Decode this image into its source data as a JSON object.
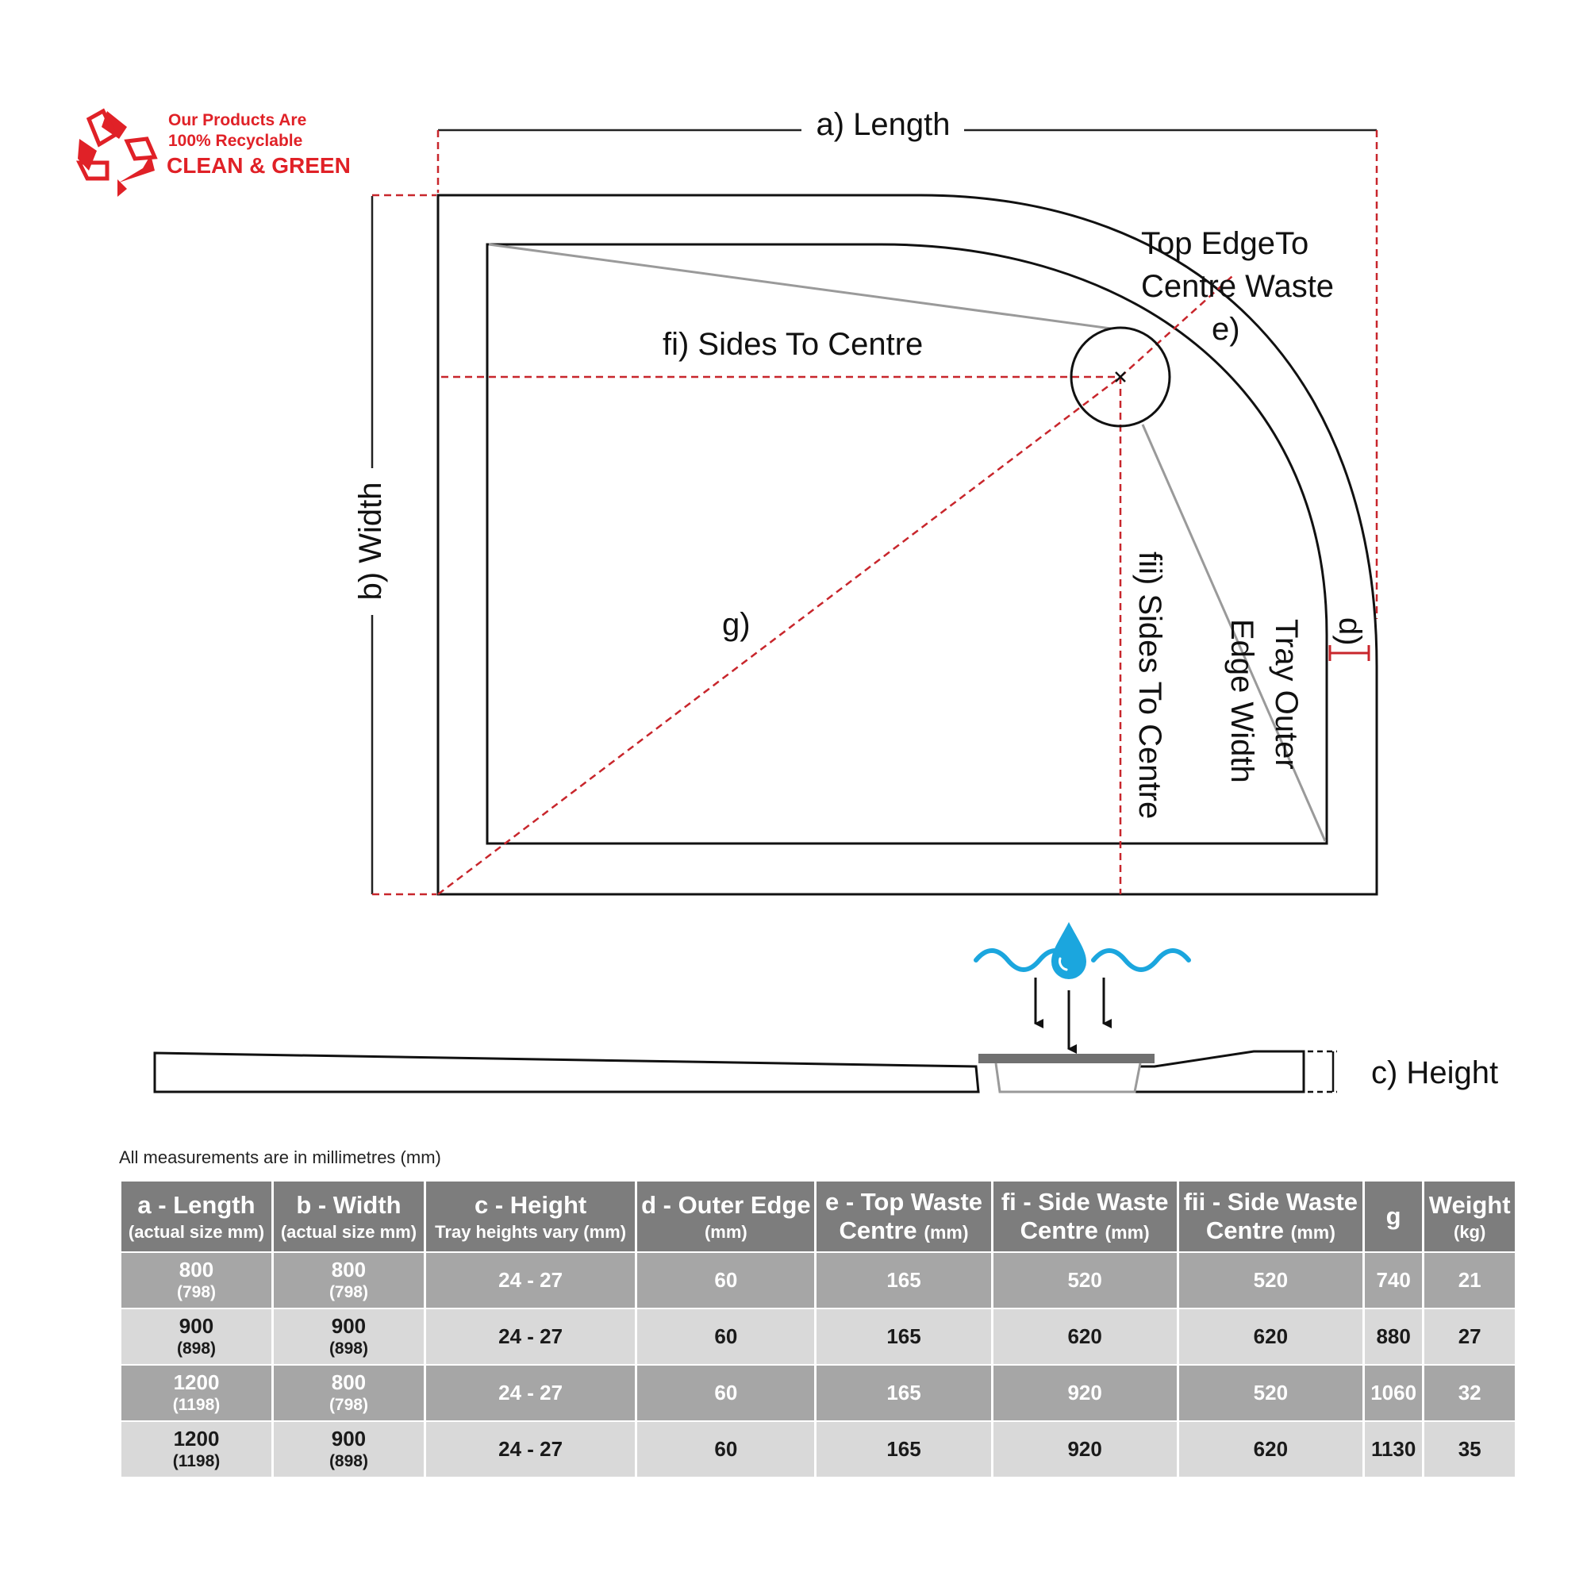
{
  "logo": {
    "line1": "Our Products Are",
    "line2": "100% Recyclable",
    "line3": "CLEAN & GREEN",
    "icon": "recycle-icon",
    "color": "#e02127"
  },
  "labels": {
    "length": "a) Length",
    "width": "b) Width",
    "height": "c) Height",
    "d": "d)",
    "tray_outer_1": "Tray Outer",
    "tray_outer_2": "Edge Width",
    "e_line1": "Top EdgeTo",
    "e_line2": "Centre Waste",
    "e": "e)",
    "fi": "fi) Sides To Centre",
    "fii": "fii) Sides To Centre",
    "g": "g)"
  },
  "colors": {
    "dimension_red": "#c8262c",
    "water_blue": "#1ba6de",
    "header_gray": "#7d7d7d",
    "row_dark": "#a6a6a6",
    "row_light": "#d9d9d9"
  },
  "table": {
    "note": "All measurements are in millimetres (mm)",
    "headers": [
      {
        "main": "a - Length",
        "sub": "(actual size mm)"
      },
      {
        "main": "b - Width",
        "sub": "(actual size mm)"
      },
      {
        "main": "c - Height",
        "sub": "Tray heights vary (mm)"
      },
      {
        "main": "d - Outer Edge",
        "sub": "(mm)"
      },
      {
        "main": "e - Top Waste",
        "main2": "Centre",
        "unit": "(mm)"
      },
      {
        "main": "fi - Side Waste",
        "main2": "Centre",
        "unit": "(mm)"
      },
      {
        "main": "fii - Side Waste",
        "main2": "Centre",
        "unit": "(mm)"
      },
      {
        "main": "g"
      },
      {
        "main": "Weight",
        "sub": "(kg)"
      }
    ],
    "rows": [
      {
        "length": "800",
        "length_actual": "(798)",
        "width": "800",
        "width_actual": "(798)",
        "height": "24 - 27",
        "d": "60",
        "e": "165",
        "fi": "520",
        "fii": "520",
        "g": "740",
        "weight": "21"
      },
      {
        "length": "900",
        "length_actual": "(898)",
        "width": "900",
        "width_actual": "(898)",
        "height": "24 - 27",
        "d": "60",
        "e": "165",
        "fi": "620",
        "fii": "620",
        "g": "880",
        "weight": "27"
      },
      {
        "length": "1200",
        "length_actual": "(1198)",
        "width": "800",
        "width_actual": "(798)",
        "height": "24 - 27",
        "d": "60",
        "e": "165",
        "fi": "920",
        "fii": "520",
        "g": "1060",
        "weight": "32"
      },
      {
        "length": "1200",
        "length_actual": "(1198)",
        "width": "900",
        "width_actual": "(898)",
        "height": "24 - 27",
        "d": "60",
        "e": "165",
        "fi": "920",
        "fii": "620",
        "g": "1130",
        "weight": "35"
      }
    ]
  }
}
